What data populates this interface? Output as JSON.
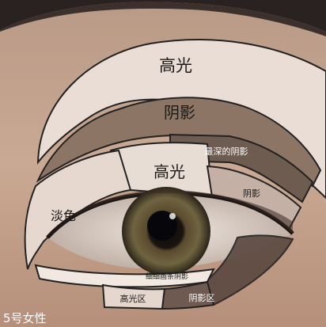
{
  "zones": {
    "highlight_brow": "高光",
    "shadow_crease": "阴影",
    "deepest_shadow": "最深的阴影",
    "highlight_lid": "高光",
    "shadow_outer": "阴影",
    "light_inner": "淡色",
    "lower_liner": "细细画条阴影",
    "lower_highlight": "高光区",
    "lower_shadow": "阴影区"
  },
  "watermark": "5号女性"
}
